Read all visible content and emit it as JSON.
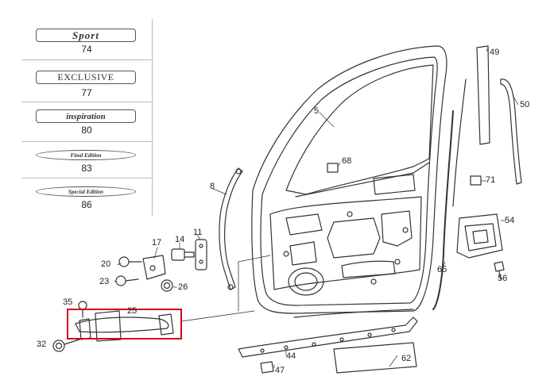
{
  "badges": [
    {
      "text": "Sport",
      "number": "74"
    },
    {
      "text": "EXCLUSIVE",
      "number": "77"
    },
    {
      "text": "inspiration",
      "number": "80"
    },
    {
      "text": "Final Edition",
      "number": "83"
    },
    {
      "text": "Special Edition",
      "number": "86"
    }
  ],
  "callouts": {
    "c5": "5",
    "c8": "8",
    "c11": "11",
    "c14": "14",
    "c17": "17",
    "c20": "20",
    "c23": "23",
    "c25": "25",
    "c26": "26",
    "c32": "32",
    "c35": "35",
    "c44": "44",
    "c47": "47",
    "c49": "49",
    "c50": "50",
    "c54": "54",
    "c56": "56",
    "c62": "62",
    "c65": "65",
    "c68": "68",
    "c71": "71"
  },
  "highlight_color": "#d0021b",
  "line_color": "#333333"
}
